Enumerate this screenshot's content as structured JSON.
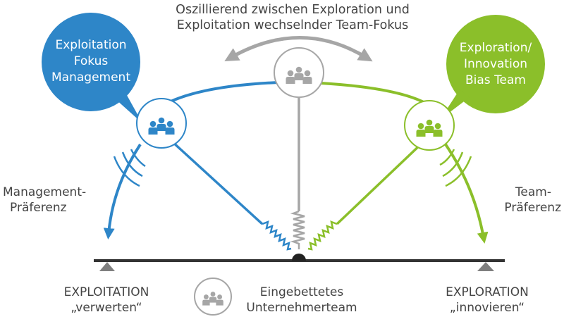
{
  "title_line1": "Oszillierend zwischen Exploration und",
  "title_line2": "Exploitation wechselnder Team-Fokus",
  "bubble_left": {
    "line1": "Exploitation",
    "line2": "Fokus",
    "line3": "Management",
    "color": "#2e86c8"
  },
  "bubble_right": {
    "line1": "Exploration/",
    "line2": "Innovation",
    "line3": "Bias Team",
    "color": "#8bbf2a"
  },
  "label_left": {
    "line1": "Management-",
    "line2": "Präferenz"
  },
  "label_right": {
    "line1": "Team-",
    "line2": "Präferenz"
  },
  "bottom_left": {
    "line1": "EXPLOITATION",
    "line2": "„verwerten“"
  },
  "bottom_right": {
    "line1": "EXPLORATION",
    "line2": "„innovieren“"
  },
  "legend": {
    "line1": "Eingebettetes",
    "line2": "Unternehmerteam"
  },
  "colors": {
    "blue": "#2e86c8",
    "green": "#8bbf2a",
    "grey": "#a6a6a6",
    "dark": "#333333"
  }
}
